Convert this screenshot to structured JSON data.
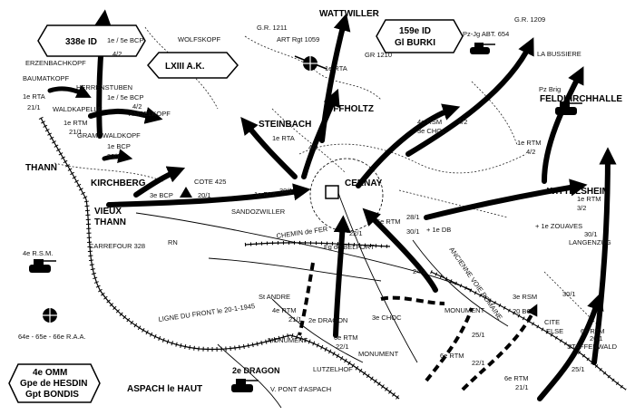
{
  "boxes": {
    "div338": "338e ID",
    "lxiii": "LXIII A.K.",
    "div159_l1": "159e ID",
    "div159_l2": "Gl BURKI",
    "omm_l1": "4e OMM",
    "omm_l2": "Gpe de HESDIN",
    "omm_l3": "Gpt BONDIS"
  },
  "places": {
    "erzenbachkopf": "ERZENBACHKOPF",
    "baumatkopf": "BAUMATKOPF",
    "herrenstuben": "HERRENSTUBEN",
    "waldkapelle": "WALDKAPELLE",
    "amselkopf": "AMSELKOPF",
    "gramdwaldkopf": "GRAMDWALDKOPF",
    "wolfskopf": "WOLFSKOPF",
    "thann": "THANN",
    "kirchberg": "KIRCHBERG",
    "cote425": "COTE 425",
    "vieux": "VIEUX",
    "thann2": "THANN",
    "bandozwiller": "SANDOZWILLER",
    "carrefour": "CARREFOUR 328",
    "steinbach": "STEINBACH",
    "uffholtz": "UFFHOLTZ",
    "wattwiller": "WATTWILLER",
    "cernay": "CERNAY",
    "gr1211": "G.R. 1211",
    "art1059": "ART Rgt 1059",
    "gr1210": "GR 1210",
    "gr1209": "G.R. 1209",
    "pzjg": "Pz-Jg ABT. 654",
    "bussiere": "LA BUSSIERE",
    "pzbrig": "Pz Brig",
    "feldkirch": "FELDKIRCHHALLE",
    "wittelsheim": "WITTELSHEIM",
    "langenzug": "LANGENZUG",
    "chemin": "CHEMIN de FER",
    "fdb": "Fg de BELFORT",
    "vieille": "ANCIENNE VOIE ROMAINE",
    "standre": "St ANDRE",
    "monument": "MONUMENT",
    "monument2": "MONUMENT",
    "monument3": "MONUMENT",
    "luttenhof": "LUTZELHOF",
    "ligne": "LIGNE DU FRONT le 20-1-1945",
    "aspach": "ASPACH le HAUT",
    "pontaspach": "V. PONT d'ASPACH",
    "cite": "CITE",
    "elsa": "ELSE",
    "staffenwald": "STAFFENWALD",
    "rn": "RN"
  },
  "units": {
    "u1": "1e / 5e BCP",
    "u1d": "4/2",
    "u2": "1e / 5e BCP",
    "u2d": "4/2",
    "u3": "1e RTA",
    "u3d": "21/1",
    "u4": "1e RTM",
    "u4d": "21/1",
    "u5": "1e BCP",
    "u5d": "30/1",
    "u6": "3e BCP",
    "u6d": "20/1",
    "u7": "1e RTA",
    "u7d": "30/1",
    "u8": "1e RTA",
    "u9": "1e RTA",
    "u10": "4e RSM",
    "u10b": "3e CHOC",
    "u10d": "4/2",
    "u11": "1e RTM",
    "u11d": "4/2",
    "u12": "1e RTM",
    "u12d": "3/2",
    "u13": "6e RTM",
    "u13d": "28/1",
    "u14": "+ 1e DB",
    "u14d": "30/1",
    "u15": "+ 1e ZOUAVES",
    "u15d": "30/1",
    "u16": "4e R.S.M.",
    "u17": "4e RTM",
    "u17d": "21/1",
    "u18": "2e DRAGON",
    "u19": "3e CHOC",
    "u20": "6e RTM",
    "u20d": "22/1",
    "u21": "6e RTM",
    "u22": "3e RSM",
    "u22d": "30/1",
    "u23": "20 BCA",
    "u24": "6e RTM",
    "u24d": "26/1",
    "u25": "6e RTM",
    "u25d": "21/1",
    "u26": "2e DRAGON",
    "u27": "64e - 65e - 66e R.A.A.",
    "d221": "22/1",
    "d241": "24/1",
    "d251": "25/1",
    "d251b": "25/1",
    "d221b": "22/1",
    "d42": "4/2"
  },
  "colors": {
    "ink": "#000000",
    "paper": "#ffffff"
  }
}
